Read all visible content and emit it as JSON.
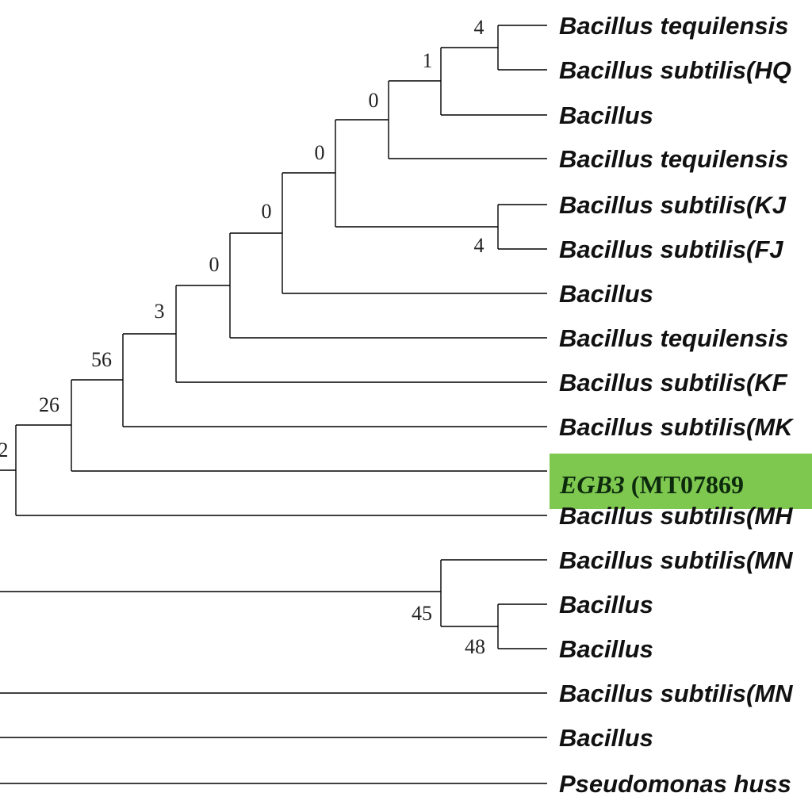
{
  "tree": {
    "taxa": [
      "Bacillus tequilensis",
      "Bacillus subtilis(HQ",
      "Bacillus",
      "Bacillus tequilensis",
      "Bacillus subtilis(KJ",
      "Bacillus subtilis(FJ",
      "Bacillus",
      "Bacillus tequilensis",
      "Bacillus subtilis(KF",
      "Bacillus subtilis(MK",
      "Bacillus subtilis(MH",
      "Bacillus subtilis(MN",
      "Bacillus",
      "Bacillus",
      "Bacillus subtilis(MN",
      "Bacillus",
      "Pseudomonas huss"
    ],
    "bootstrap": {
      "n1": "4",
      "n2": "1",
      "n3": "0",
      "n4": "4",
      "n5": "0",
      "n6": "0",
      "n7": "0",
      "n8": "3",
      "n9": "56",
      "n10": "26",
      "n11": "2",
      "n12": "48",
      "n13": "45"
    },
    "highlight": {
      "italic": "EGB3",
      "rest": " (MT07869",
      "color": "#7ec850"
    }
  }
}
